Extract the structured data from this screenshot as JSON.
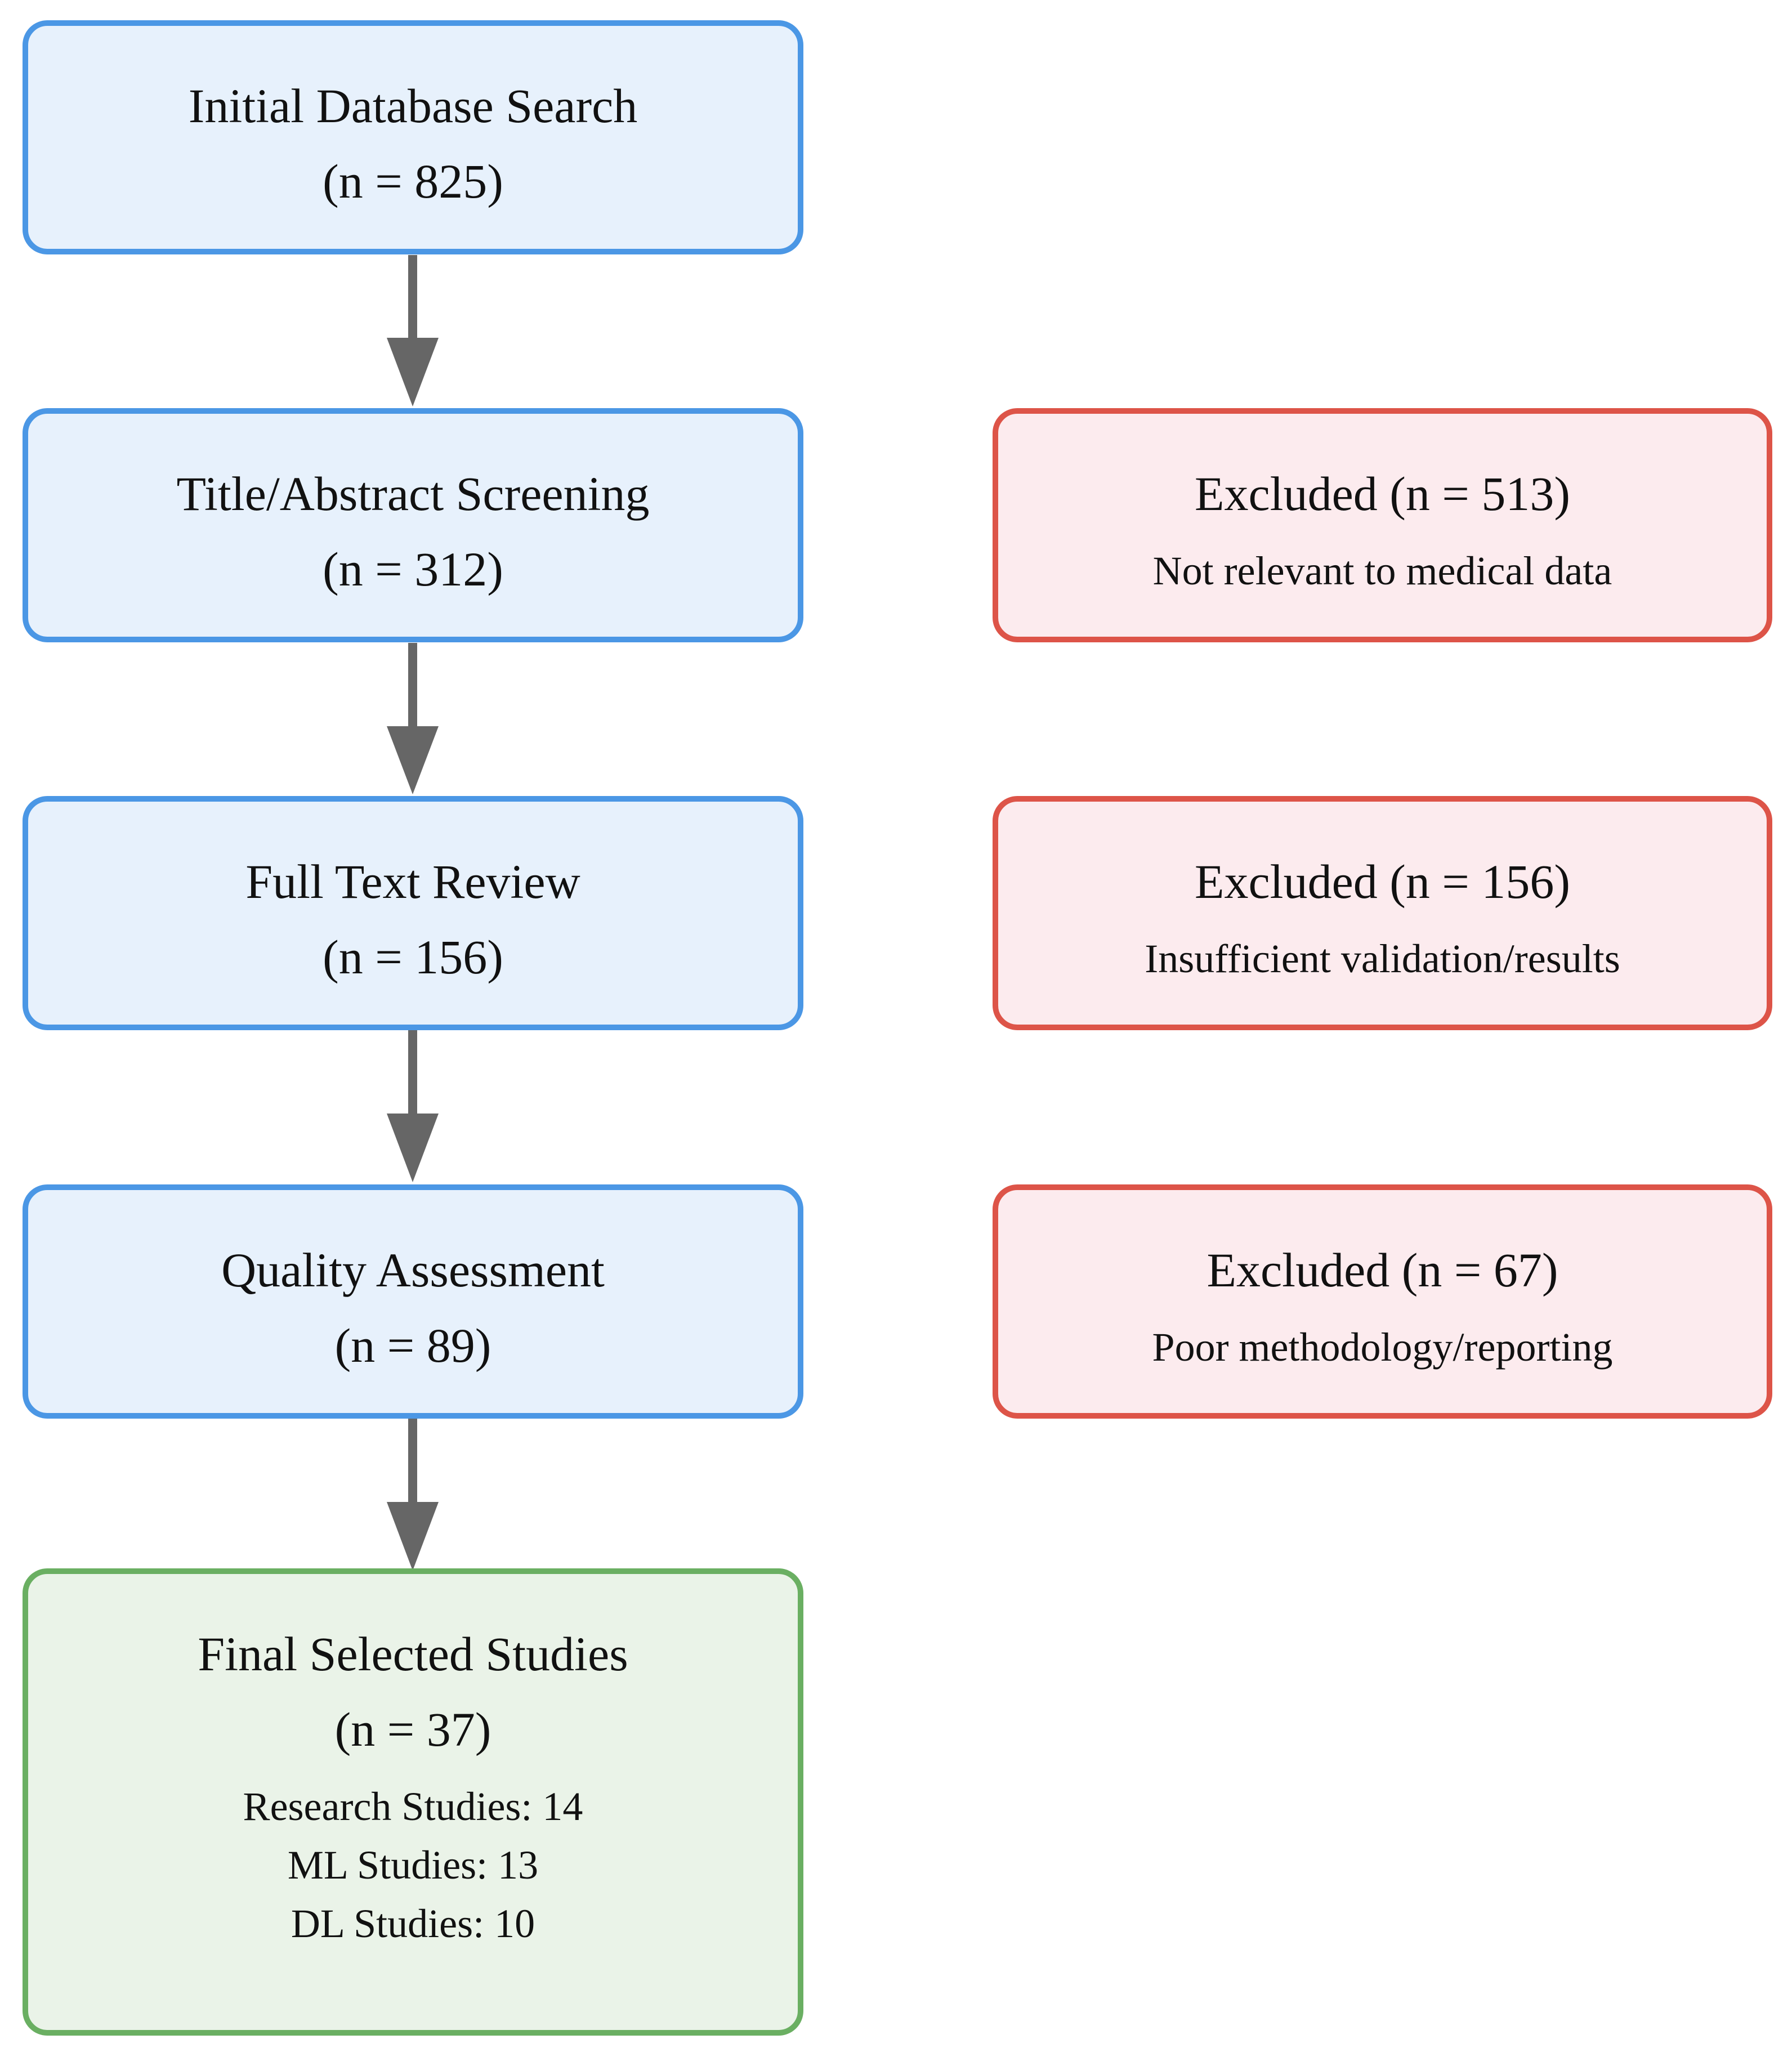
{
  "flow_steps": [
    {
      "title": "Initial Database Search",
      "count": "(n = 825)"
    },
    {
      "title": "Title/Abstract Screening",
      "count": "(n = 312)"
    },
    {
      "title": "Full Text Review",
      "count": "(n = 156)"
    },
    {
      "title": "Quality Assessment",
      "count": "(n = 89)"
    }
  ],
  "exclusions": [
    {
      "title": "Excluded (n = 513)",
      "reason": "Not relevant to medical data"
    },
    {
      "title": "Excluded (n = 156)",
      "reason": "Insufficient validation/results"
    },
    {
      "title": "Excluded (n = 67)",
      "reason": "Poor methodology/reporting"
    }
  ],
  "final": {
    "title": "Final Selected Studies",
    "count": "(n = 37)",
    "breakdown": [
      "Research Studies: 14",
      "ML Studies: 13",
      "DL Studies: 10"
    ]
  },
  "colors": {
    "flow_fill": "#e7f1fc",
    "flow_border": "#4b97e5",
    "excluded_fill": "#fcebee",
    "excluded_border": "#dd5448",
    "final_fill": "#eaf3e8",
    "final_border": "#6aaf62",
    "arrow": "#666666"
  }
}
